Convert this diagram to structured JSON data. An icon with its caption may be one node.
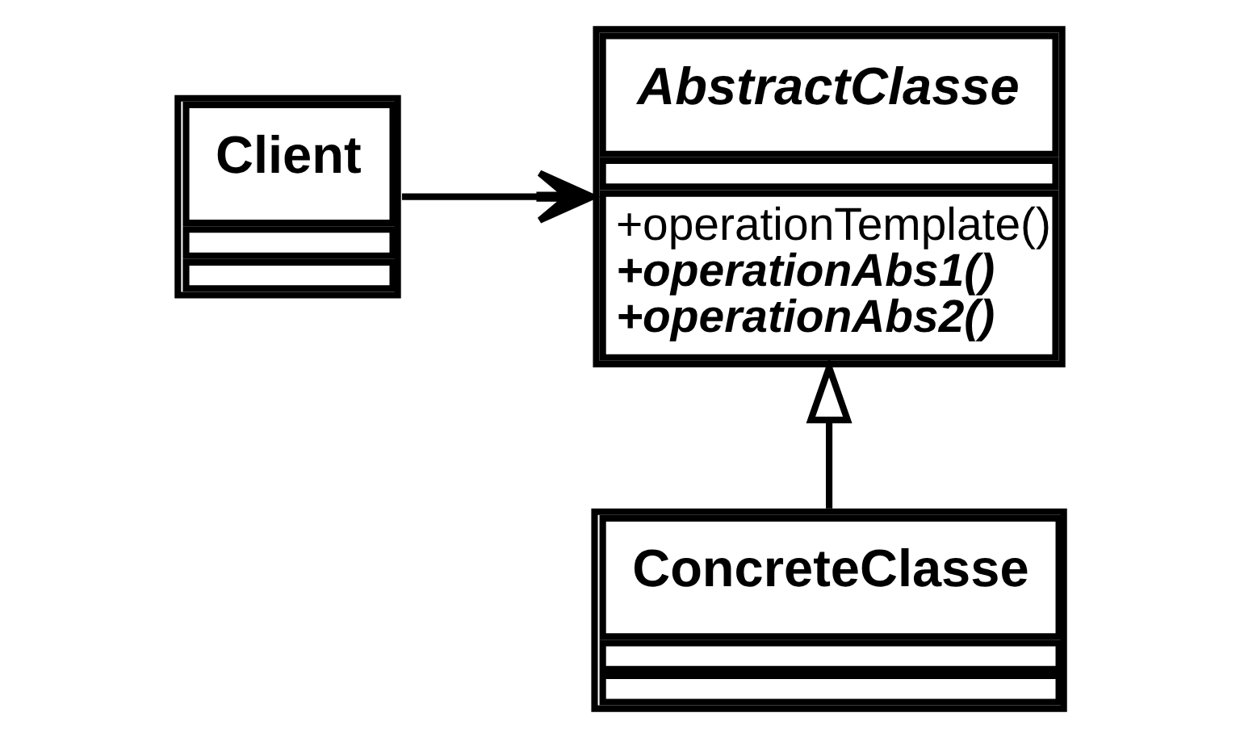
{
  "diagram": {
    "nodes": [
      {
        "text": [
          "Client"
        ]
      },
      {
        "text": [
          "AbstractClasse",
          "+operationTemplate()",
          "+operationAbs1()",
          "+operationAbs2()"
        ]
      },
      {
        "text": [
          "ConcreteClasse"
        ]
      }
    ],
    "edges": [
      {
        "from": 0,
        "to": 1,
        "arrow": "to"
      },
      {
        "from": 2,
        "to": 1,
        "arrow": "to"
      }
    ]
  }
}
